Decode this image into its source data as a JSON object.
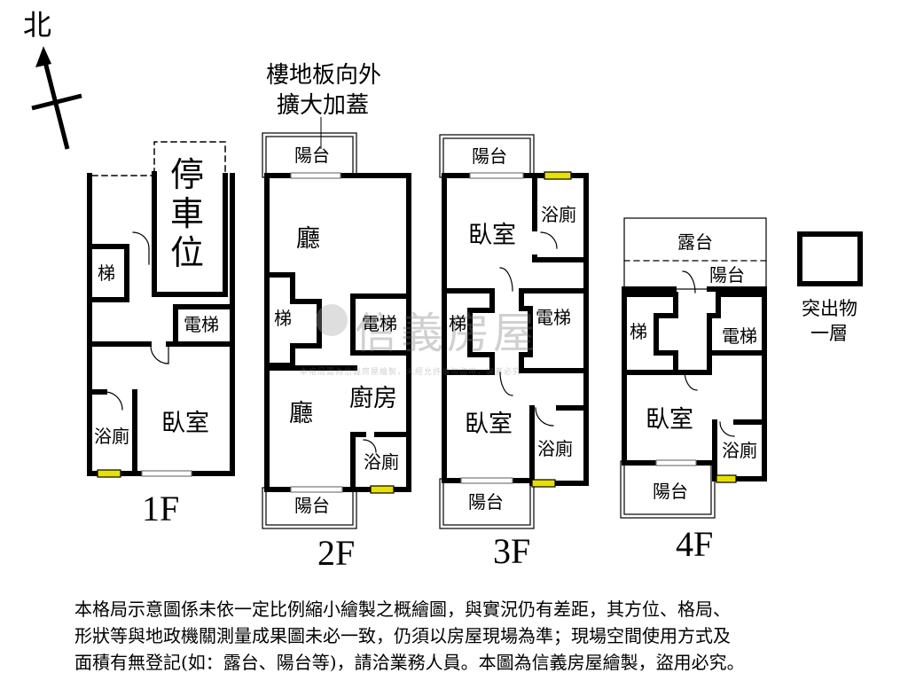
{
  "compass": {
    "north": "北"
  },
  "annotation": {
    "line1": "樓地板向外",
    "line2": "擴大加蓋"
  },
  "legend": {
    "line1": "突出物",
    "line2": "一層"
  },
  "floors": {
    "f1": {
      "label": "1F",
      "parking": [
        "停",
        "車",
        "位"
      ],
      "stairs": "梯",
      "elevator": "電梯",
      "bath": "浴廁",
      "bedroom": "臥室"
    },
    "f2": {
      "label": "2F",
      "balcony_top": "陽台",
      "hall_top": "廳",
      "stairs": "梯",
      "elevator": "電梯",
      "hall_bottom": "廳",
      "kitchen": "廚房",
      "bath": "浴廁",
      "balcony_bottom": "陽台"
    },
    "f3": {
      "label": "3F",
      "balcony_top": "陽台",
      "bedroom_top": "臥室",
      "bath_top": "浴廁",
      "stairs": "梯",
      "elevator": "電梯",
      "bedroom_bottom": "臥室",
      "bath_bottom": "浴廁",
      "balcony_bottom": "陽台"
    },
    "f4": {
      "label": "4F",
      "terrace": "露台",
      "balcony_top": "陽台",
      "stairs": "梯",
      "elevator": "電梯",
      "bedroom": "臥室",
      "bath": "浴廁",
      "balcony_bottom": "陽台"
    }
  },
  "watermark": {
    "brand": "信義房屋",
    "notice": "本格局圖為信義房屋繪製，未經允許請勿盜用，違者必究"
  },
  "disclaimer": {
    "line1": "本格局示意圖係未依一定比例縮小繪製之概繪圖，與實況仍有差距，其方位、格局、",
    "line2": "形狀等與地政機關測量成果圖未必一致，仍須以房屋現場為準；現場空間使用方式及",
    "line3": "面積有無登記(如：露台、陽台等)，請洽業務人員。本圖為信義房屋繪製，盜用必究。"
  },
  "colors": {
    "wall": "#000000",
    "window": "#e8e000",
    "watermark": "#9a9a9a"
  }
}
